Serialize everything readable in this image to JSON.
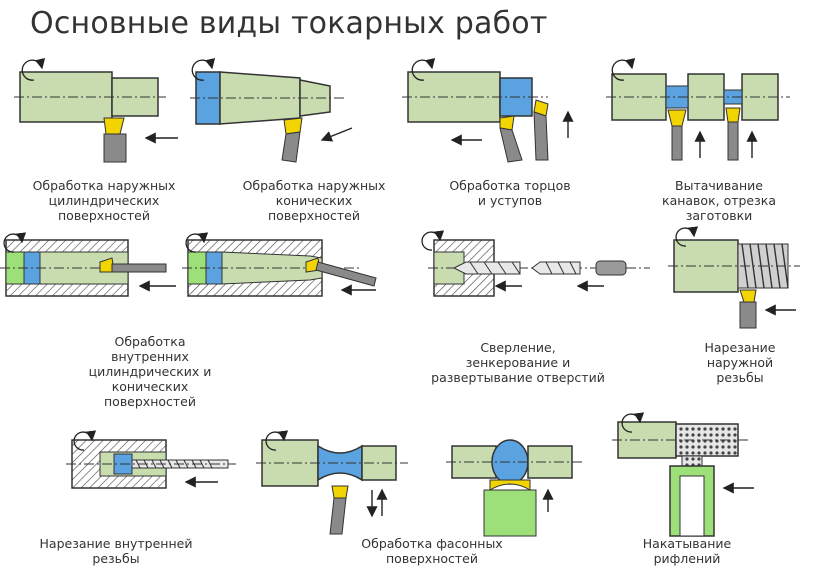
{
  "title": "Основные виды токарных работ",
  "colors": {
    "workpiece": "#c8dcb0",
    "machined": "#5aa3e0",
    "tool": "#8a8a8a",
    "tool_tip": "#f2d400",
    "stroke": "#333333",
    "chuck_green": "#9de07a"
  },
  "captions": {
    "outer_cyl": [
      "Обработка наружных",
      "цилиндрических",
      "поверхностей"
    ],
    "outer_con": [
      "Обработка наружных",
      "конических",
      "поверхностей"
    ],
    "face": [
      "Обработка торцов",
      "и уступов"
    ],
    "groove": [
      "Вытачивание",
      "канавок, отрезка",
      "заготовки"
    ],
    "inner": [
      "Обработка",
      "внутренних",
      "цилиндрических и",
      "конических",
      "поверхностей"
    ],
    "drill": [
      "Сверление,",
      "зенкерование и",
      "развертывание отверстий"
    ],
    "thread_out": [
      "Нарезание",
      "наружной",
      "резьбы"
    ],
    "thread_in": [
      "Нарезание внутренней",
      "резьбы"
    ],
    "shaped": [
      "Обработка фасонных",
      "поверхностей"
    ],
    "knurl": [
      "Накатывание",
      "рифлений"
    ]
  }
}
